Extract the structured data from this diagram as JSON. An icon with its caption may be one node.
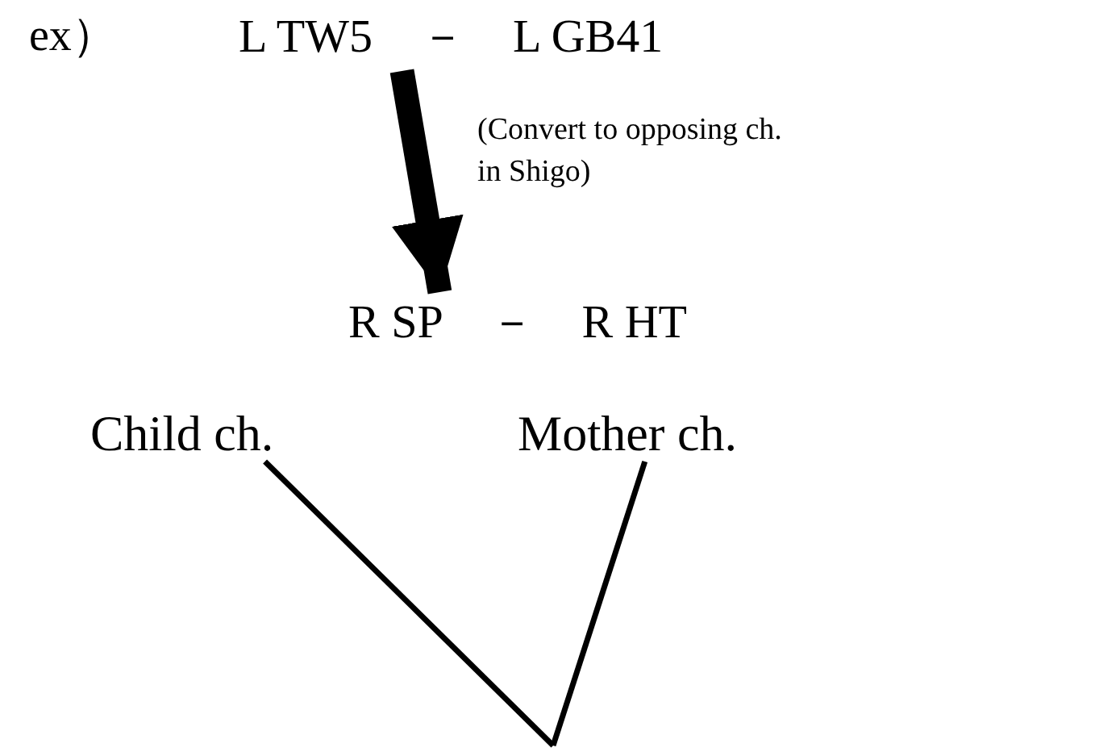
{
  "diagram": {
    "nodes": [
      {
        "text": [
          "ex）"
        ]
      },
      {
        "text": [
          "L TW5　－　L GB41"
        ]
      },
      {
        "text": [
          "R SP　－　R HT"
        ]
      },
      {
        "text": [
          "Child ch."
        ]
      },
      {
        "text": [
          "Mother ch."
        ]
      }
    ],
    "edges": [
      {
        "from": 1,
        "to": 2,
        "arrow": "to",
        "style": "thick",
        "label": "(Convert to opposing ch. in Shigo)"
      },
      {
        "from": 3,
        "to": null,
        "arrow": "none"
      },
      {
        "from": 4,
        "to": null,
        "arrow": "none"
      }
    ]
  }
}
